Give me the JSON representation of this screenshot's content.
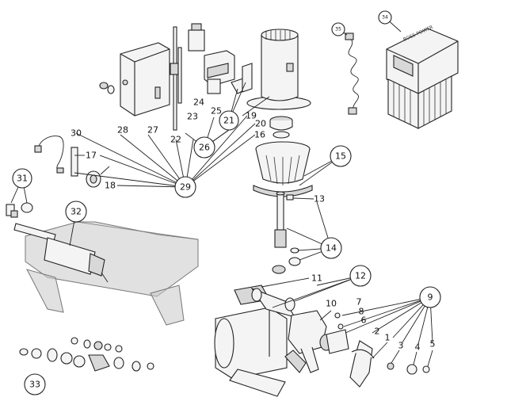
{
  "brand_text": "BOSS POWER",
  "callouts": [
    {
      "id": "c1",
      "label": "1"
    },
    {
      "id": "c2",
      "label": "2"
    },
    {
      "id": "c3",
      "label": "3"
    },
    {
      "id": "c4",
      "label": "4"
    },
    {
      "id": "c5",
      "label": "5"
    },
    {
      "id": "c6",
      "label": "6"
    },
    {
      "id": "c7",
      "label": "7"
    },
    {
      "id": "c8",
      "label": "8"
    },
    {
      "id": "c9",
      "label": "9"
    },
    {
      "id": "c10",
      "label": "10"
    },
    {
      "id": "c11",
      "label": "11"
    },
    {
      "id": "c12",
      "label": "12"
    },
    {
      "id": "c13",
      "label": "13"
    },
    {
      "id": "c14",
      "label": "14"
    },
    {
      "id": "c15",
      "label": "15"
    },
    {
      "id": "c16",
      "label": "16"
    },
    {
      "id": "c17",
      "label": "17"
    },
    {
      "id": "c18",
      "label": "18"
    },
    {
      "id": "c19",
      "label": "19"
    },
    {
      "id": "c20",
      "label": "20"
    },
    {
      "id": "c21",
      "label": "21"
    },
    {
      "id": "c22",
      "label": "22"
    },
    {
      "id": "c23",
      "label": "23"
    },
    {
      "id": "c24",
      "label": "24"
    },
    {
      "id": "c25",
      "label": "25"
    },
    {
      "id": "c26",
      "label": "26"
    },
    {
      "id": "c27",
      "label": "27"
    },
    {
      "id": "c28",
      "label": "28"
    },
    {
      "id": "c29",
      "label": "29"
    },
    {
      "id": "c30",
      "label": "30"
    },
    {
      "id": "c31",
      "label": "31"
    },
    {
      "id": "c32",
      "label": "32"
    },
    {
      "id": "c33",
      "label": "33"
    },
    {
      "id": "c34",
      "label": "34"
    },
    {
      "id": "c35",
      "label": "35"
    }
  ]
}
